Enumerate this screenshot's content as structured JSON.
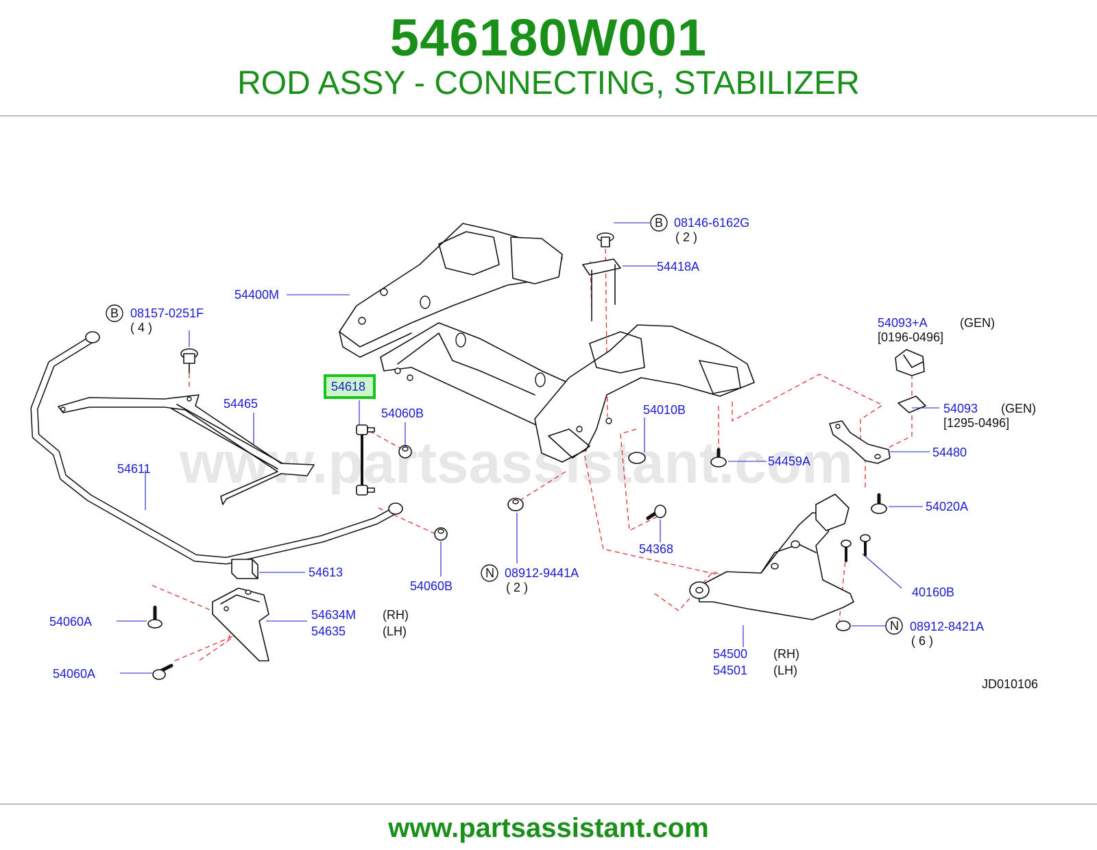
{
  "header": {
    "part_number": "546180W001",
    "description": "ROD ASSY - CONNECTING, STABILIZER"
  },
  "watermark": "www.partsassistant.com",
  "diagram_code": "JD010106",
  "footer": {
    "url": "www.partsassistant.com"
  },
  "highlight_color": "#18c318",
  "labels": {
    "l_08146": "08146-6162G",
    "q_08146": "( 2 )",
    "c_08146": "B",
    "l_54418A": "54418A",
    "l_54400M": "54400M",
    "l_08157": "08157-0251F",
    "q_08157": "( 4 )",
    "c_08157": "B",
    "l_54093A": "54093+A",
    "g_54093A": "(GEN)",
    "d_54093A": "[0196-0496]",
    "l_54618": "54618",
    "l_54465": "54465",
    "l_54060B_1": "54060B",
    "l_54010B": "54010B",
    "l_54093": "54093",
    "g_54093": "(GEN)",
    "d_54093": "[1295-0496]",
    "l_54611": "54611",
    "l_54459A": "54459A",
    "l_54480": "54480",
    "l_54020A": "54020A",
    "l_54368": "54368",
    "l_54613": "54613",
    "l_08912_9441": "08912-9441A",
    "q_08912_9441": "( 2 )",
    "c_08912_9441": "N",
    "l_54060B_2": "54060B",
    "l_40160B": "40160B",
    "l_54634M": "54634M",
    "s_54634M": "(RH)",
    "l_54635": "54635",
    "s_54635": "(LH)",
    "l_54060A_1": "54060A",
    "l_08912_8421": "08912-8421A",
    "q_08912_8421": "( 6 )",
    "c_08912_8421": "N",
    "l_54500": "54500",
    "s_54500": "(RH)",
    "l_54501": "54501",
    "s_54501": "(LH)",
    "l_54060A_2": "54060A"
  }
}
